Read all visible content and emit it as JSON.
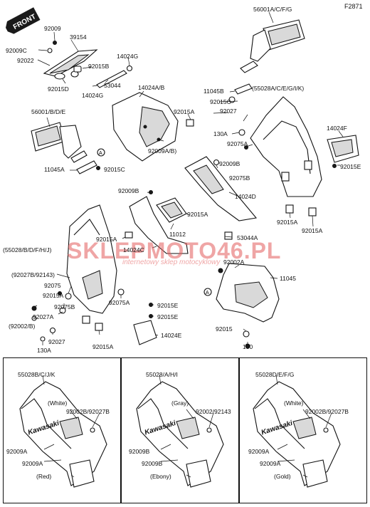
{
  "figure_code": "F2871",
  "front_badge": "FRONT",
  "watermark": {
    "brand": "SKLEPMOTO46.PL",
    "tagline": "internetowy sklep motocyklowy"
  },
  "labels": {
    "l92009_top": "92009",
    "l39154": "39154",
    "l56001acfg": "56001A/C/F/G",
    "l92009c": "92009C",
    "l92022": "92022",
    "l14024g_a": "14024G",
    "l92015b": "92015B",
    "l92015d": "92015D",
    "l53044": "53044",
    "l14024g_b": "14024G",
    "l14024ab": "14024A/B",
    "l11045b": "11045B",
    "l55028acegik": "(55028A/C/E/G/I/K)",
    "l92015c_a": "92015C",
    "l92027_a": "92027",
    "l56001bde": "56001/B/D/E",
    "l92015a_a": "92015A",
    "l130a_a": "130A",
    "l14024f": "14024F",
    "l92075a_a": "92075A",
    "l92009ab": "92009A/B)",
    "l11045a": "11045A",
    "l92015c_b": "92015C",
    "l92009b_a": "92009B",
    "l92015e_a": "92015E",
    "l92075b_a": "92075B",
    "l92009b_b": "92009B",
    "l14024d": "14024D",
    "l92015a_b": "92015A",
    "l92015a_c": "92015A",
    "l92015a_d": "92015A",
    "l92015a_e": "92015A",
    "l11012": "11012",
    "l53044a": "53044A",
    "l55028bdfhj": "(55028/B/D/F/H/J)",
    "l14024c": "14024C",
    "l92002a": "92002A",
    "l11045": "11045",
    "l92027b92143": "(92027B/92143)",
    "l92075": "92075",
    "l92015a_f": "92015A",
    "l92075a_b": "92075A",
    "l92015e_b": "92015E",
    "l92015e_c": "92015E",
    "l92027a": "92027A",
    "l92075b_b": "92075B",
    "l92002b": "(92002/B)",
    "l14024e": "14024E",
    "l92015": "92015",
    "l92027_b": "92027",
    "l130": "130",
    "l130a_b": "130A",
    "l92015a_g": "92015A"
  },
  "insets": [
    {
      "part": "55028B/C/J/K",
      "color_top": "(White)",
      "fasteners": "92002B/92027B",
      "brand_text": "Kawasaki",
      "clip_a": "92009A",
      "clip_b": "92009A",
      "color_bottom": "(Red)"
    },
    {
      "part": "55028/A/H/I",
      "color_top": "(Gray)",
      "fasteners": "92002/92143",
      "brand_text": "Kawasaki",
      "clip_a": "92009B",
      "clip_b": "92009B",
      "color_bottom": "(Ebony)"
    },
    {
      "part": "55028D/E/F/G",
      "color_top": "(White)",
      "fasteners": "92002B/92027B",
      "brand_text": "Kawasaki",
      "clip_a": "92009A",
      "clip_b": "92009A",
      "color_bottom": "(Gold)"
    }
  ]
}
